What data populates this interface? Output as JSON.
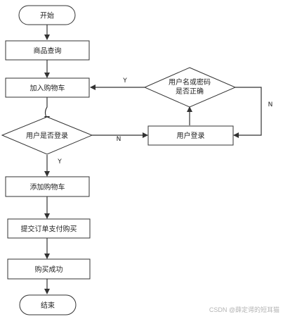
{
  "nodes": {
    "start": "开始",
    "product_query": "商品查询",
    "add_to_cart_top": "加入购物车",
    "user_logged_in_check": "用户是否登录",
    "username_password_check_line1": "用户名或密码",
    "username_password_check_line2": "是否正确",
    "user_login": "用户登录",
    "add_to_cart": "添加购物车",
    "submit_order": "提交订单支付购买",
    "purchase_success": "购买成功",
    "end": "结束"
  },
  "edge_labels": {
    "yes_to_cart": "Y",
    "no_to_login": "N",
    "yes_down": "Y",
    "no_right": "N"
  },
  "watermark": "CSDN @薛定谔的短耳猫"
}
